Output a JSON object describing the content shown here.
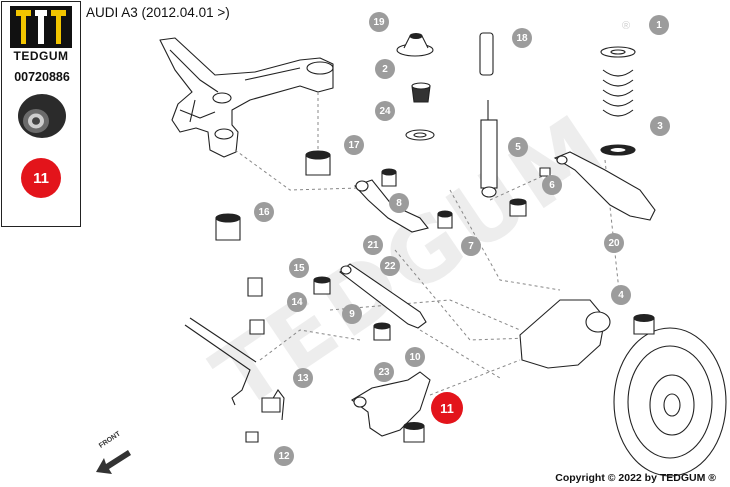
{
  "header": {
    "title": "AUDI A3 (2012.04.01 >)"
  },
  "sidebar": {
    "brand": "TEDGUM",
    "part_number": "00720886",
    "highlight_number": "11"
  },
  "watermark": "TEDGUM",
  "registered_mark": "®",
  "front_label": "FRONT",
  "copyright": "Copyright © 2022 by TEDGUM ®",
  "colors": {
    "highlight": "#e3141b",
    "callout": "#9c9c9c",
    "logo_yellow": "#f2c500",
    "line": "#222222"
  },
  "callouts": [
    "1",
    "2",
    "3",
    "4",
    "5",
    "6",
    "7",
    "8",
    "9",
    "10",
    "12",
    "13",
    "14",
    "15",
    "16",
    "17",
    "18",
    "19",
    "20",
    "21",
    "22",
    "23",
    "24"
  ],
  "highlight_callout": "11"
}
